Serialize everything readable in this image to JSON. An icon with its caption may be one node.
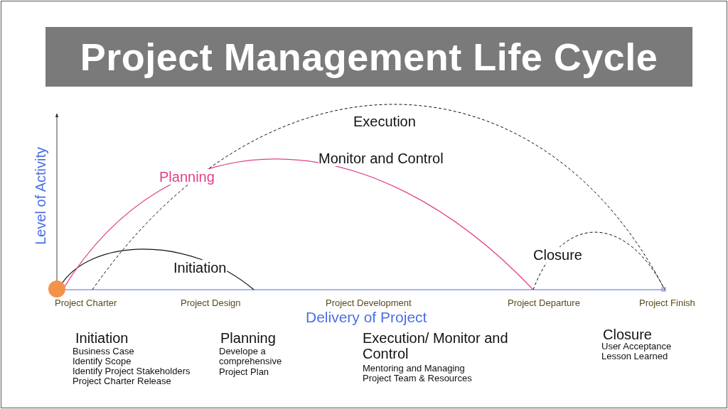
{
  "diagram": {
    "title": "Project Management Life Cycle",
    "labels": [
      "Execution",
      "Monitor and Control",
      "Planning",
      "Level of Activity",
      "Closure",
      "Initiation",
      "Project Charter",
      "Project Design",
      "Project Development",
      "Project Departure",
      "Project Finish",
      "Delivery of Project",
      "Initiation",
      "Business Case",
      "Identify Scope",
      "Identify Project Stakeholders",
      "Project Charter Release",
      "Planning",
      "Develope a comprehensive Project Plan",
      "Execution/ Monitor and Control",
      "Mentoring and Managing Project Team & Resources",
      "Closure",
      "User Acceptance",
      "Lesson Learned"
    ]
  }
}
